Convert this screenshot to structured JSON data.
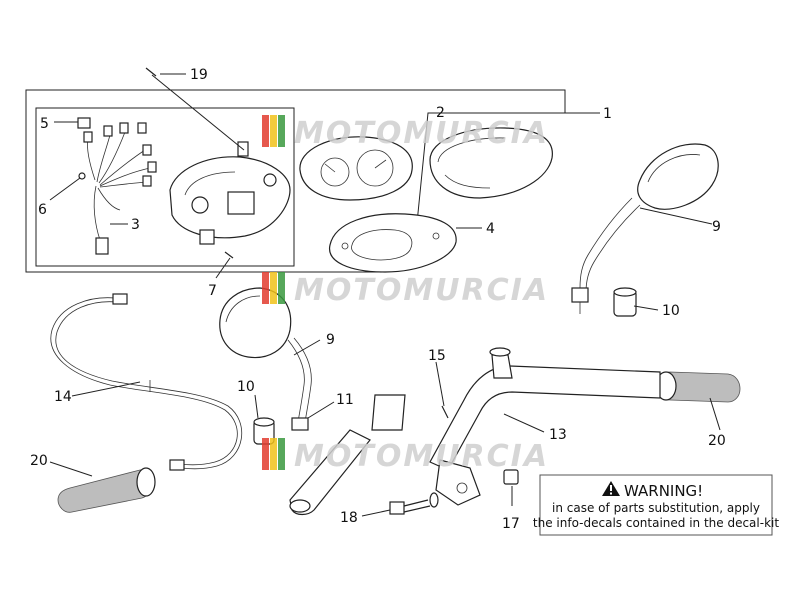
{
  "callouts": [
    {
      "id": "c19",
      "label": "19"
    },
    {
      "id": "c1",
      "label": "1"
    },
    {
      "id": "c2",
      "label": "2"
    },
    {
      "id": "c5",
      "label": "5"
    },
    {
      "id": "c6",
      "label": "6"
    },
    {
      "id": "c3",
      "label": "3"
    },
    {
      "id": "c4",
      "label": "4"
    },
    {
      "id": "c7",
      "label": "7"
    },
    {
      "id": "c9a",
      "label": "9"
    },
    {
      "id": "c10a",
      "label": "10"
    },
    {
      "id": "c9b",
      "label": "9"
    },
    {
      "id": "c14",
      "label": "14"
    },
    {
      "id": "c10b",
      "label": "10"
    },
    {
      "id": "c11",
      "label": "11"
    },
    {
      "id": "c15",
      "label": "15"
    },
    {
      "id": "c13",
      "label": "13"
    },
    {
      "id": "c20a",
      "label": "20"
    },
    {
      "id": "c20b",
      "label": "20"
    },
    {
      "id": "c18",
      "label": "18"
    },
    {
      "id": "c17",
      "label": "17"
    }
  ],
  "watermark": {
    "text": "MOTOMURCIA",
    "colors": {
      "red": "#e23b2e",
      "yellow": "#f2c21b",
      "green": "#3a9a3f"
    }
  },
  "warning": {
    "icon": "warning-triangle-icon",
    "title": "WARNING!",
    "lines": [
      "in case of parts substitution, apply",
      "the info-decals contained in the decal-kit"
    ]
  }
}
